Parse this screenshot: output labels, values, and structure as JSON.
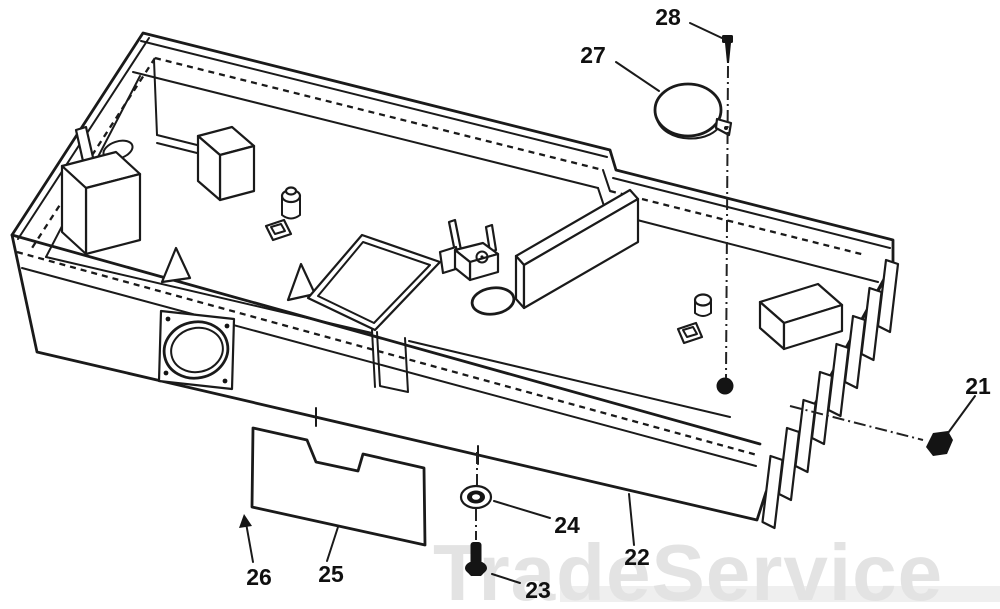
{
  "diagram": {
    "watermark": "TradeService",
    "parts": [
      {
        "number": "21"
      },
      {
        "number": "22"
      },
      {
        "number": "23"
      },
      {
        "number": "24"
      },
      {
        "number": "25"
      },
      {
        "number": "26"
      },
      {
        "number": "27"
      },
      {
        "number": "28"
      }
    ]
  }
}
